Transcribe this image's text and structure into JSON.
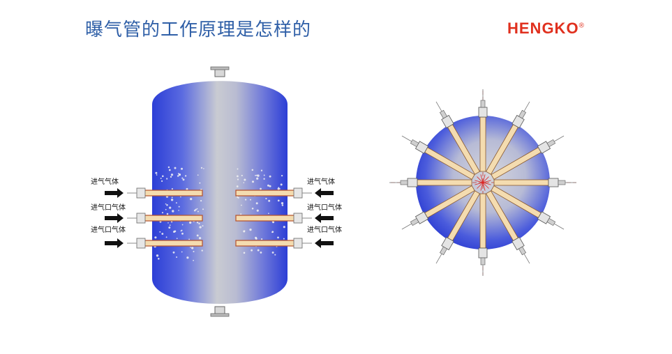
{
  "title": "曝气管的工作原理是怎样的",
  "brand": {
    "name": "HENGKO",
    "mark": "®",
    "color": "#e0301e"
  },
  "left_labels": [
    "进气气体",
    "进气口气体",
    "进气口气体"
  ],
  "right_labels": [
    "进气气体",
    "进气口气体",
    "进气口气体"
  ],
  "colors": {
    "tank_blue": "#2f3fd8",
    "tank_grey": "#c8cad0",
    "tube": "#f4dcb0",
    "title": "#2f5fa7"
  }
}
